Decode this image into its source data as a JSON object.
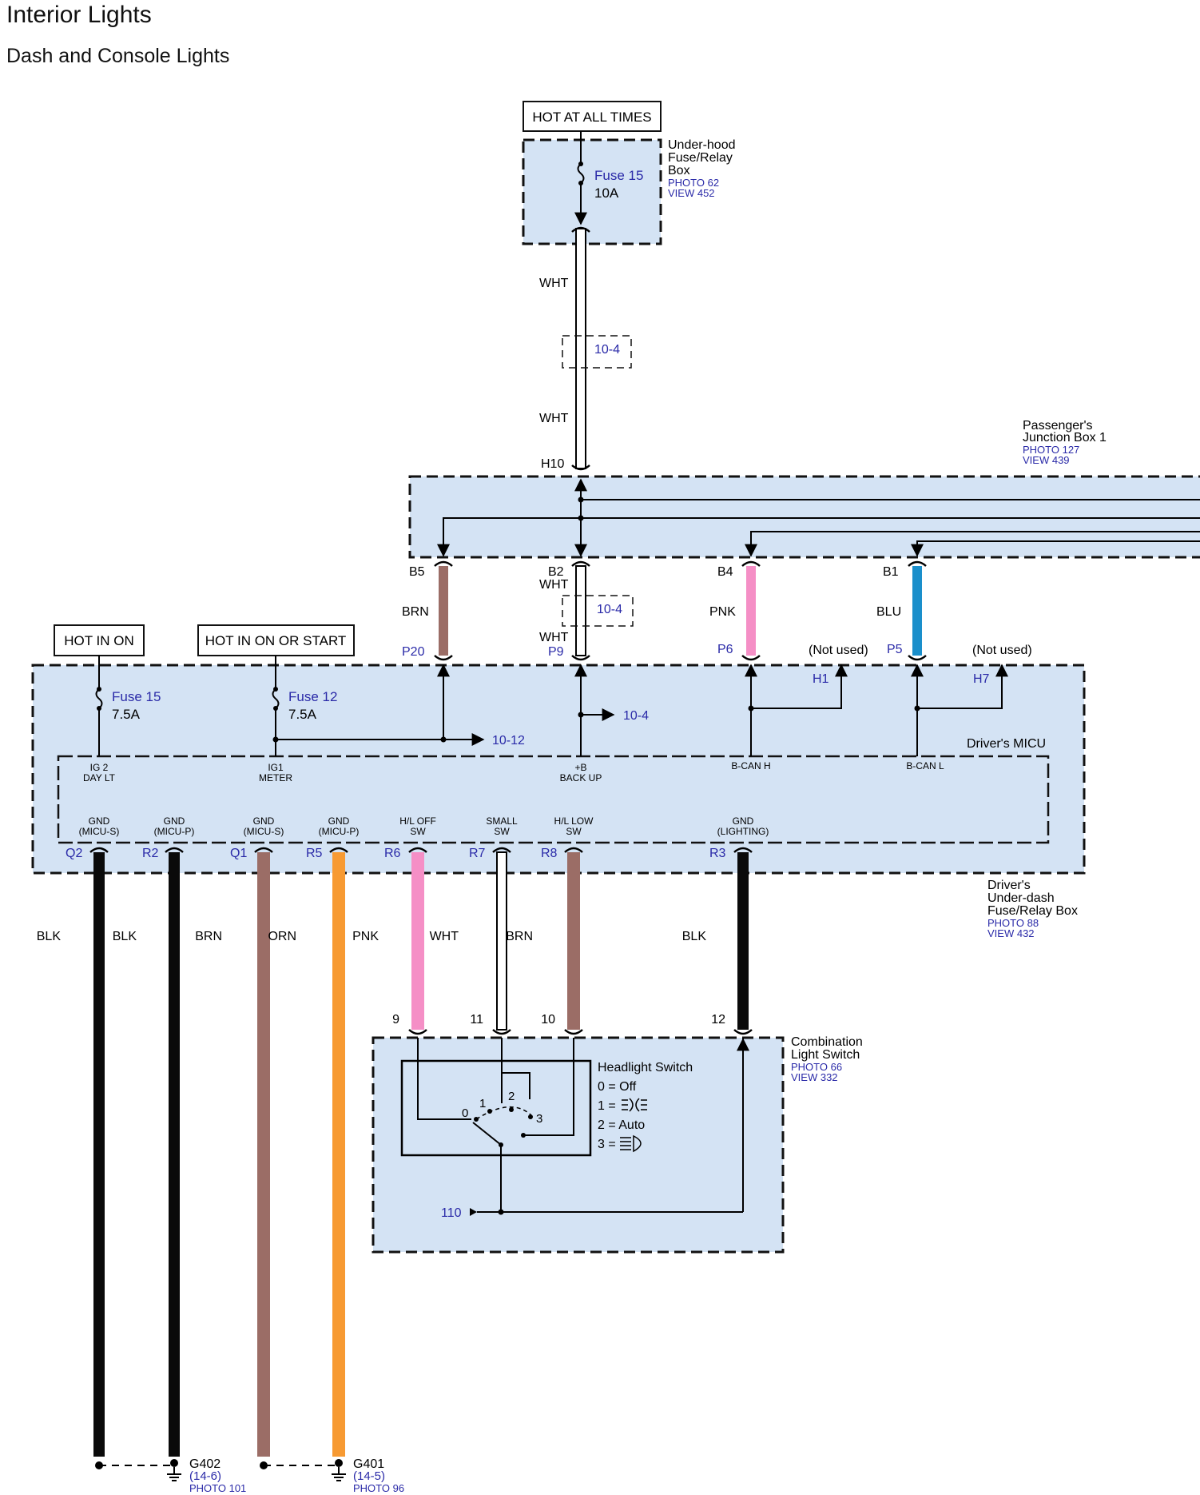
{
  "title": "Interior Lights",
  "subtitle": "Dash and Console Lights",
  "colors": {
    "box_fill": "#d4e3f4",
    "blue_text": "#2a2aa8",
    "BRN": "#9b6d66",
    "PNK": "#f58fc6",
    "BLU": "#1a8fcb",
    "ORN": "#f79a32",
    "BLK": "#0a0a0a",
    "WHT": "#ffffff"
  },
  "power_labels": {
    "top": "HOT AT ALL TIMES",
    "left": "HOT IN ON",
    "middle": "HOT IN ON OR START"
  },
  "underhood_box": {
    "name": [
      "Under-hood",
      "Fuse/Relay",
      "Box"
    ],
    "photo": "PHOTO 62",
    "view": "VIEW 452",
    "fuse": "Fuse 15",
    "rating": "10A"
  },
  "passenger_box": {
    "name": [
      "Passenger's",
      "Junction Box 1"
    ],
    "photo": "PHOTO 127",
    "view": "VIEW 439"
  },
  "underdash_box": {
    "name": [
      "Driver's",
      "Under-dash",
      "Fuse/Relay Box"
    ],
    "photo": "PHOTO 88",
    "view": "VIEW 432",
    "fuse_a": "Fuse 15",
    "fuse_a_rating": "7.5A",
    "fuse_b": "Fuse 12",
    "fuse_b_rating": "7.5A"
  },
  "micu": {
    "name": "Driver's MICU",
    "top_pins": [
      [
        "IG 2",
        "DAY LT"
      ],
      [
        "IG1",
        "METER"
      ],
      [
        "+B",
        "BACK UP"
      ],
      [
        "B-CAN H"
      ],
      [
        "B-CAN L"
      ]
    ],
    "bottom_pins": [
      [
        "GND",
        "(MICU-S)"
      ],
      [
        "GND",
        "(MICU-P)"
      ],
      [
        "GND",
        "(MICU-S)"
      ],
      [
        "GND",
        "(MICU-P)"
      ],
      [
        "H/L OFF",
        "SW"
      ],
      [
        "SMALL",
        "SW"
      ],
      [
        "H/L LOW",
        "SW"
      ],
      [
        "GND",
        "(LIGHTING)"
      ]
    ]
  },
  "terminals": {
    "H10": "H10",
    "B5": "B5",
    "B2": "B2",
    "B4": "B4",
    "B1": "B1",
    "P20": "P20",
    "P9": "P9",
    "P6": "P6",
    "P5": "P5",
    "H1": "H1",
    "H7": "H7",
    "Q2": "Q2",
    "R2": "R2",
    "Q1": "Q1",
    "R5": "R5",
    "R6": "R6",
    "R7": "R7",
    "R8": "R8",
    "R3": "R3"
  },
  "wires": {
    "top_wht_1": "WHT",
    "top_wht_2": "WHT",
    "b5": "BRN",
    "b2_a": "WHT",
    "b2_b": "WHT",
    "b4": "PNK",
    "b1": "BLU",
    "q2": "BLK",
    "r2": "BLK",
    "q1": "BRN",
    "r5": "ORN",
    "r6": "PNK",
    "r7": "WHT",
    "r8": "BRN",
    "r3": "BLK"
  },
  "connectors": {
    "c1": "10-4",
    "c2": "10-4",
    "ref_a": "10-4",
    "ref_b": "10-12"
  },
  "not_used": "(Not used)",
  "combo_switch": {
    "name": [
      "Combination",
      "Light Switch"
    ],
    "photo": "PHOTO 66",
    "view": "VIEW 332",
    "pins": [
      "9",
      "11",
      "10",
      "12"
    ],
    "ref": "110",
    "legend_title": "Headlight Switch",
    "legend": [
      "0 = Off",
      "1 =",
      "2 = Auto",
      "3 ="
    ],
    "positions": [
      "0",
      "1",
      "2",
      "3"
    ]
  },
  "grounds": [
    {
      "name": "G402",
      "ref": "(14-6)",
      "photo": "PHOTO 101"
    },
    {
      "name": "G401",
      "ref": "(14-5)",
      "photo": "PHOTO 96"
    }
  ]
}
